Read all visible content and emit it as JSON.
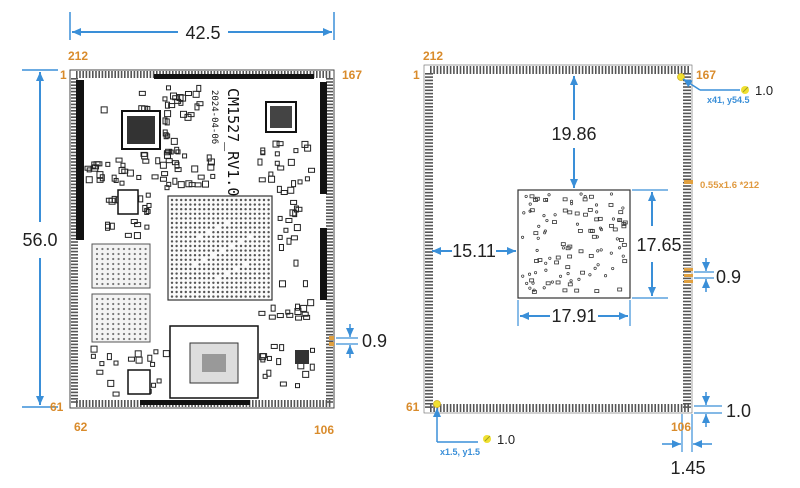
{
  "left_view": {
    "width_label": "42.5",
    "height_label": "56.0",
    "pitch_label": "0.9",
    "board_name": "CM1527_RV1.0",
    "board_date": "2024-04-06",
    "pin_labels": {
      "top_left": "212",
      "left_top": "1",
      "right_top": "167",
      "left_bottom": "61",
      "bottom_left": "62",
      "bottom_right": "106"
    }
  },
  "right_view": {
    "top_offset_label": "19.86",
    "left_offset_label": "15.11",
    "chip_height_label": "17.65",
    "chip_width_label": "17.91",
    "pitch_label": "0.9",
    "pad_spec_label": "0.55x1.6 *212",
    "bottom_edge_label": "1.0",
    "corner_label": "1.45",
    "marker_top": {
      "label": "1.0",
      "coords": "x41, y54.5"
    },
    "marker_bottom": {
      "label": "1.0",
      "coords": "x1.5, y1.5"
    },
    "pin_labels": {
      "top_left": "212",
      "left_top": "1",
      "right_top": "167",
      "left_bottom": "61",
      "bottom_right": "106"
    }
  },
  "colors": {
    "dimension": "#3a8fd8",
    "pin_label": "#d98b2b",
    "marker": "#f0e030"
  }
}
